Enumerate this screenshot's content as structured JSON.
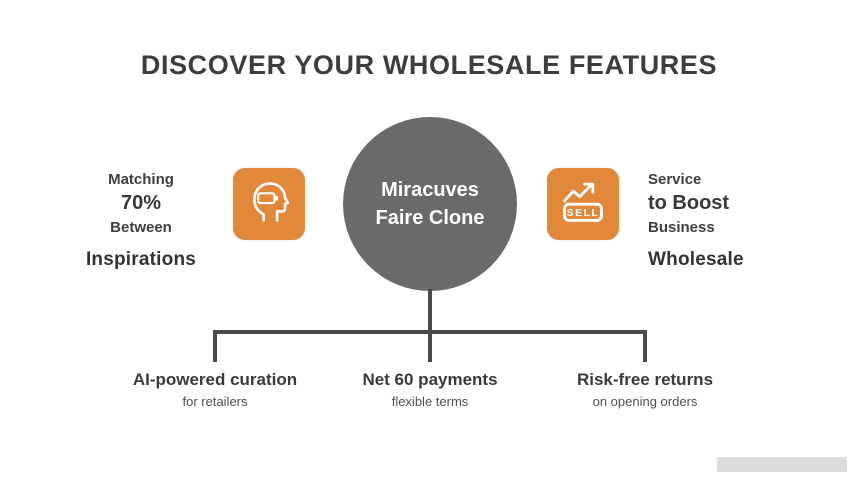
{
  "title": "DISCOVER YOUR WHOLESALE FEATURES",
  "center": {
    "line1": "Miracuves",
    "line2": "Faire Clone"
  },
  "left_feature": {
    "icon": "head-battery-icon",
    "lines": [
      "Matching",
      "70%",
      "Between"
    ],
    "highlight": "Inspirations"
  },
  "right_feature": {
    "icon": "sell-growth-icon",
    "icon_text": "SELL",
    "lines": [
      "Service",
      "to Boost",
      "Business"
    ],
    "highlight": "Wholesale"
  },
  "bottom_nodes": [
    {
      "title": "AI-powered curation",
      "subtitle": "for retailers"
    },
    {
      "title": "Net 60 payments",
      "subtitle": "flexible terms"
    },
    {
      "title": "Risk-free returns",
      "subtitle": "on opening orders"
    }
  ],
  "colors": {
    "accent_orange": "#e2883b",
    "circle_gray": "#6a6a6a",
    "line_gray": "#4a4a4a",
    "text_dark": "#3d3d3d"
  }
}
